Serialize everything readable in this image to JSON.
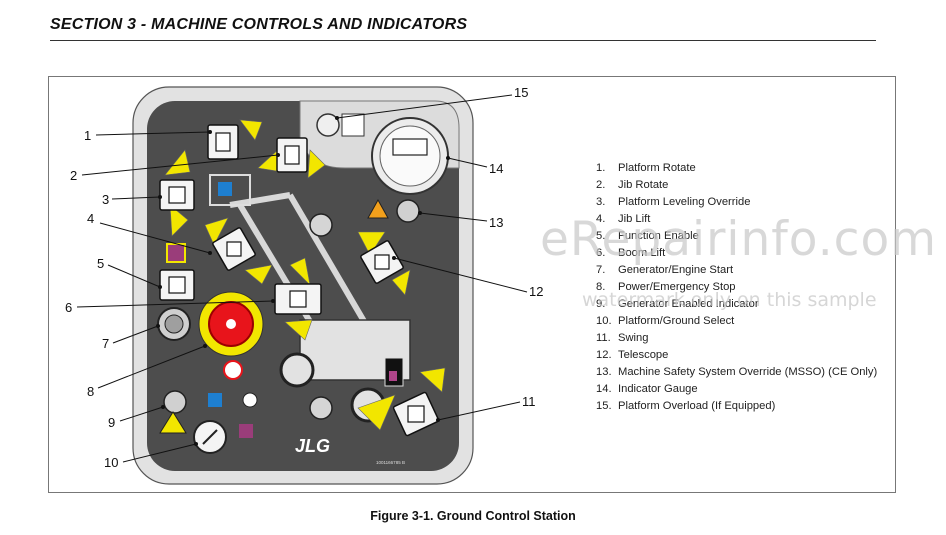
{
  "header": {
    "title": "SECTION 3 - MACHINE CONTROLS AND INDICATORS"
  },
  "figure": {
    "caption": "Figure 3-1. Ground Control Station",
    "brand_logo_text": "JLG",
    "part_number": "1001166785 B",
    "callouts": [
      "1",
      "2",
      "3",
      "4",
      "5",
      "6",
      "7",
      "8",
      "9",
      "10",
      "11",
      "12",
      "13",
      "14",
      "15"
    ],
    "legend": [
      {
        "num": "1.",
        "label": "Platform Rotate"
      },
      {
        "num": "2.",
        "label": "Jib Rotate"
      },
      {
        "num": "3.",
        "label": "Platform Leveling Override"
      },
      {
        "num": "4.",
        "label": "Jib Lift"
      },
      {
        "num": "5.",
        "label": "Function Enable"
      },
      {
        "num": "6.",
        "label": "Boom Lift"
      },
      {
        "num": "7.",
        "label": "Generator/Engine Start"
      },
      {
        "num": "8.",
        "label": "Power/Emergency Stop"
      },
      {
        "num": "9.",
        "label": "Generator Enabled Indicator"
      },
      {
        "num": "10.",
        "label": "Platform/Ground Select"
      },
      {
        "num": "11.",
        "label": "Swing"
      },
      {
        "num": "12.",
        "label": "Telescope"
      },
      {
        "num": "13.",
        "label": "Machine Safety System Override (MSSO) (CE Only)"
      },
      {
        "num": "14.",
        "label": "Indicator Gauge"
      },
      {
        "num": "15.",
        "label": "Platform Overload (If Equipped)"
      }
    ]
  },
  "watermark": {
    "main": "eRepairinfo.com",
    "sub": "watermark only on this sample"
  },
  "colors": {
    "panel": "#4d4d4d",
    "panel_border": "#d9d9d9",
    "arrow": "#f2e600",
    "estop": "#e8141b",
    "blue": "#1e7fd0",
    "magenta": "#9a3d7a"
  }
}
